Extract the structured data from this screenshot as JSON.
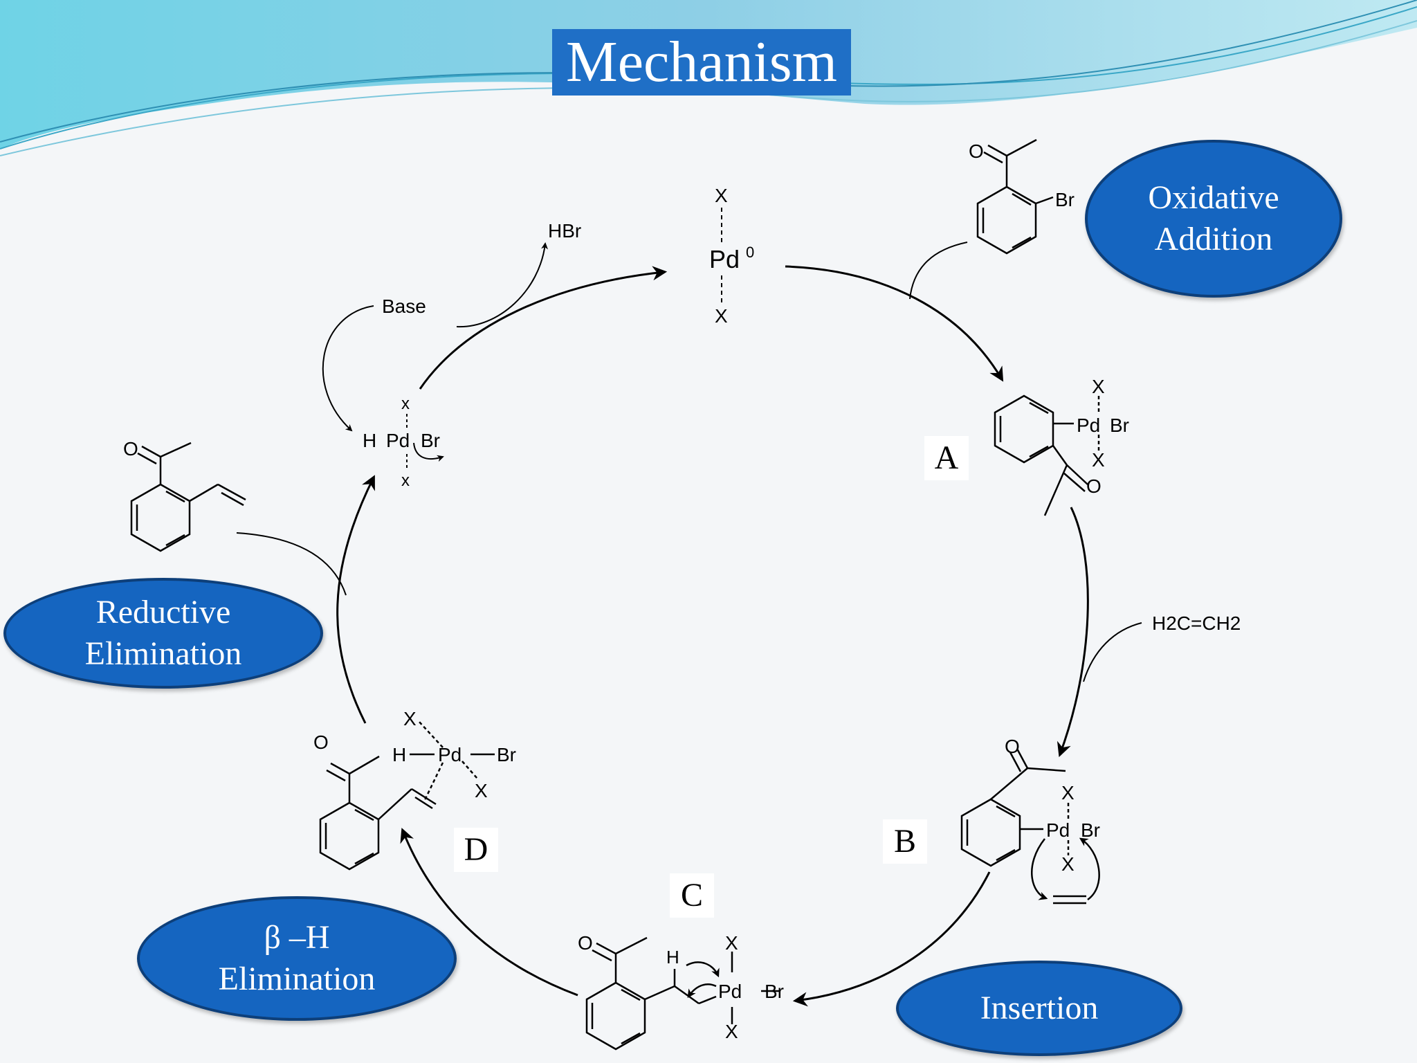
{
  "title": "Mechanism",
  "steps": {
    "oxidative_addition": [
      "Oxidative",
      "Addition"
    ],
    "insertion": [
      "Insertion"
    ],
    "beta_h_elimination": [
      "β –H",
      "Elimination"
    ],
    "reductive_elimination": [
      "Reductive",
      "Elimination"
    ]
  },
  "intermediates": {
    "a": "A",
    "b": "B",
    "c": "C",
    "d": "D"
  },
  "catalyst": {
    "metal": "Pd",
    "oxidation_state": "0",
    "ligand": "X"
  },
  "reagents": {
    "hbr": "HBr",
    "base": "Base",
    "ethylene": "H2C=CH2"
  },
  "atoms": {
    "o": "O",
    "br": "Br",
    "h": "H",
    "x_lower": "x"
  }
}
